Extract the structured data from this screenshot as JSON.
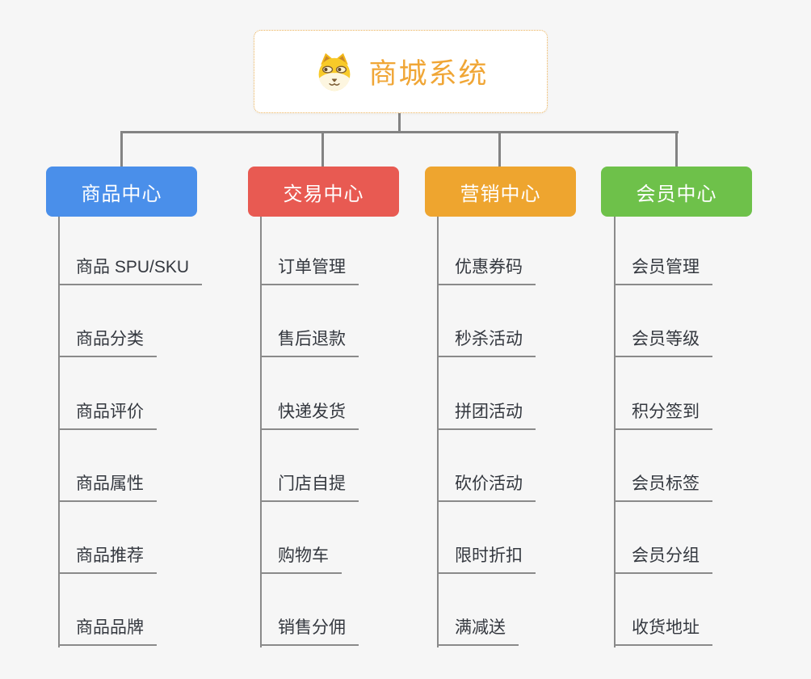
{
  "root": {
    "title": "商城系统",
    "icon": "shiba-dog-icon",
    "title_color": "#f0a636",
    "border_color": "#ecb25a"
  },
  "branches": [
    {
      "id": "product-center",
      "label": "商品中心",
      "color": "#4a8fea",
      "items": [
        "商品 SPU/SKU",
        "商品分类",
        "商品评价",
        "商品属性",
        "商品推荐",
        "商品品牌"
      ]
    },
    {
      "id": "trade-center",
      "label": "交易中心",
      "color": "#e85a52",
      "items": [
        "订单管理",
        "售后退款",
        "快递发货",
        "门店自提",
        "购物车",
        "销售分佣"
      ]
    },
    {
      "id": "marketing-center",
      "label": "营销中心",
      "color": "#eea52f",
      "items": [
        "优惠券码",
        "秒杀活动",
        "拼团活动",
        "砍价活动",
        "限时折扣",
        "满减送"
      ]
    },
    {
      "id": "member-center",
      "label": "会员中心",
      "color": "#6ec14a",
      "items": [
        "会员管理",
        "会员等级",
        "积分签到",
        "会员标签",
        "会员分组",
        "收货地址"
      ]
    }
  ],
  "style": {
    "background": "#f6f6f6",
    "connector_color": "#838383",
    "leaf_underline_color": "#8a8a8a",
    "leaf_text_color": "#34383f"
  }
}
